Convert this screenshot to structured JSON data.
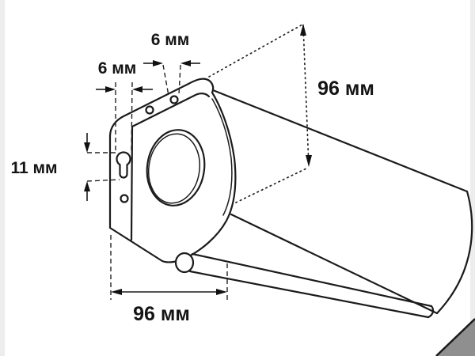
{
  "figure": {
    "type": "technical-drawing",
    "units": "мм"
  },
  "dimensions": {
    "keyhole_width": {
      "label": "6 мм",
      "value": 6,
      "unit": "мм"
    },
    "top_hole_diameter": {
      "label": "6 мм",
      "value": 6,
      "unit": "мм"
    },
    "housing_height": {
      "label": "96 мм",
      "value": 96,
      "unit": "мм"
    },
    "keyhole_height": {
      "label": "11 мм",
      "value": 11,
      "unit": "мм"
    },
    "housing_depth": {
      "label": "96 мм",
      "value": 96,
      "unit": "мм"
    }
  },
  "colors": {
    "line": "#1b1b1b",
    "background": "#ffffff",
    "edge_band": "#ededed",
    "corner_shadow": "#8f8f8f"
  }
}
